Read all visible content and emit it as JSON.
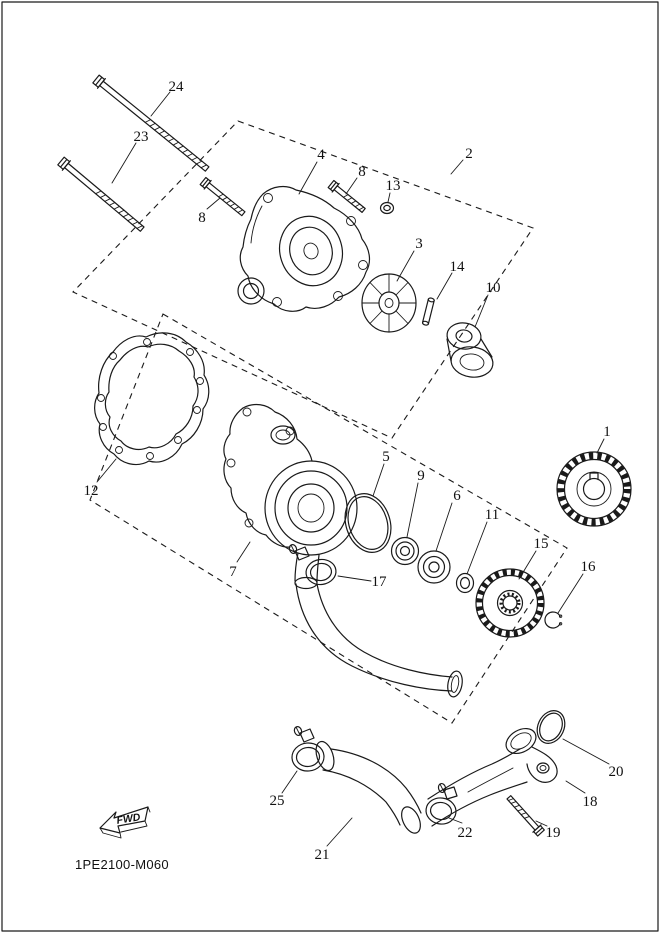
{
  "diagram": {
    "code": "1PE2100-M060",
    "fwd_label": "FWD",
    "colors": {
      "line": "#1a1a1a",
      "background": "#ffffff"
    },
    "callouts": [
      {
        "label": "24"
      },
      {
        "label": "23"
      },
      {
        "label": "4"
      },
      {
        "label": "8"
      },
      {
        "label": "13"
      },
      {
        "label": "2"
      },
      {
        "label": "8"
      },
      {
        "label": "3"
      },
      {
        "label": "14"
      },
      {
        "label": "10"
      },
      {
        "label": "1"
      },
      {
        "label": "12"
      },
      {
        "label": "5"
      },
      {
        "label": "9"
      },
      {
        "label": "6"
      },
      {
        "label": "11"
      },
      {
        "label": "15"
      },
      {
        "label": "16"
      },
      {
        "label": "7"
      },
      {
        "label": "17"
      },
      {
        "label": "20"
      },
      {
        "label": "18"
      },
      {
        "label": "19"
      },
      {
        "label": "25"
      },
      {
        "label": "21"
      },
      {
        "label": "22"
      }
    ]
  }
}
